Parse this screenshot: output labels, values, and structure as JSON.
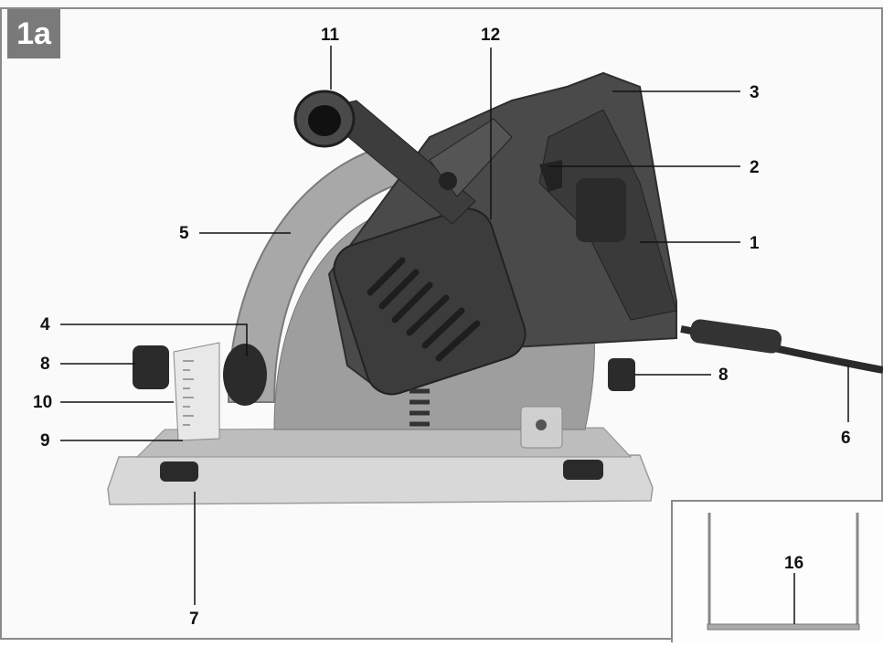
{
  "figure": {
    "tag": "1a",
    "callouts": {
      "c1": "1",
      "c2": "2",
      "c3": "3",
      "c4": "4",
      "c5": "5",
      "c6": "6",
      "c7": "7",
      "c8_left": "8",
      "c8_right": "8",
      "c9": "9",
      "c10": "10",
      "c11": "11",
      "c12": "12",
      "c16": "16"
    }
  },
  "colors": {
    "frame": "#8a8a8a",
    "tag_bg": "#7a7a7a",
    "saw_body": "#4a4a4a",
    "saw_dark": "#2e2e2e",
    "guard": "#9a9a9a",
    "base_plate": "#c9c9c9"
  }
}
